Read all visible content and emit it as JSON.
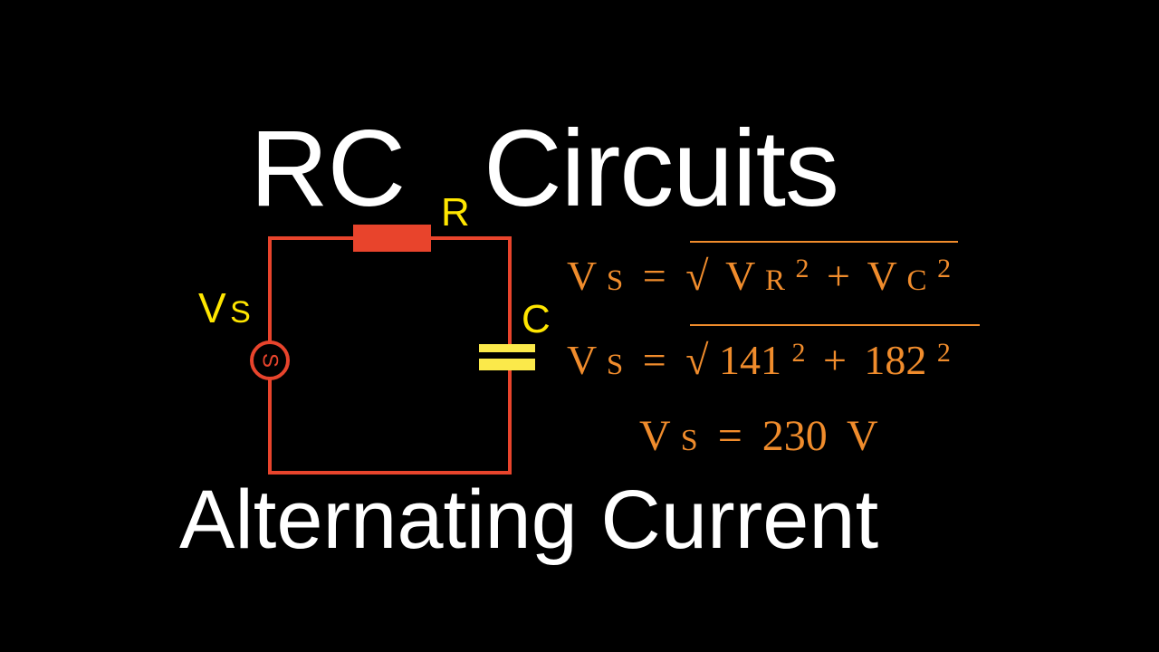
{
  "title": {
    "part_a": "RC",
    "part_b": "Circuits"
  },
  "subtitle": "Alternating Current",
  "circuit": {
    "resistor_label": "R",
    "capacitor_label": "C",
    "source_label_main": "V",
    "source_label_sub": "S",
    "source_symbol": "S",
    "colors": {
      "wire": "#e8442c",
      "resistor": "#e8442c",
      "capacitor": "#fbe94a",
      "labels": "#ffe600"
    }
  },
  "equations": {
    "color": "#f08c2c",
    "eq1": {
      "lhs_main": "V",
      "lhs_sub": "S",
      "equals": "=",
      "root": "√",
      "t1_main": "V",
      "t1_sub": "R",
      "t1_exp": "2",
      "plus": "+",
      "t2_main": "V",
      "t2_sub": "C",
      "t2_exp": "2"
    },
    "eq2": {
      "lhs_main": "V",
      "lhs_sub": "S",
      "equals": "=",
      "root": "√",
      "t1": "141",
      "t1_exp": "2",
      "plus": "+",
      "t2": "182",
      "t2_exp": "2"
    },
    "eq3": {
      "lhs_main": "V",
      "lhs_sub": "S",
      "equals": "=",
      "value": "230",
      "unit": "V"
    }
  }
}
